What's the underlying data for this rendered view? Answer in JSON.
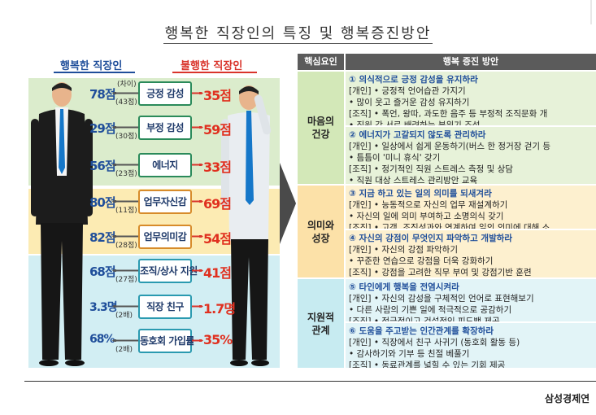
{
  "title": "행복한 직장인의 특징 및 행복증진방안",
  "left": {
    "happy_label": "행복한 직장인",
    "unhappy_label": "불행한 직장인",
    "rows": [
      {
        "happy": "78점",
        "label": "긍정 감성",
        "unhappy": "35점",
        "diff": "(43점)",
        "diff_top": "(차이)"
      },
      {
        "happy": "29점",
        "label": "부정 감성",
        "unhappy": "59점",
        "diff": "(30점)"
      },
      {
        "happy": "56점",
        "label": "에너지",
        "unhappy": "33점",
        "diff": "(23점)"
      },
      {
        "happy": "80점",
        "label": "업무자신감",
        "unhappy": "69점",
        "diff": "(11점)"
      },
      {
        "happy": "82점",
        "label": "업무의미감",
        "unhappy": "54점",
        "diff": "(28점)"
      },
      {
        "happy": "68점",
        "label": "조직/상사 지원",
        "unhappy": "41점",
        "diff": "(27점)"
      },
      {
        "happy": "3.3명",
        "label": "직장 친구",
        "unhappy": "1.7명",
        "diff": "(2배)"
      },
      {
        "happy": "68%",
        "label": "동호회 가입률",
        "unhappy": "35%",
        "diff": "(2배)"
      }
    ]
  },
  "table": {
    "head_factor": "핵심요인",
    "head_plan": "행복 증진 방안",
    "categories": [
      {
        "l1": "마음의",
        "l2": "건강"
      },
      {
        "l1": "의미와",
        "l2": "성장"
      },
      {
        "l1": "지원적",
        "l2": "관계"
      }
    ],
    "blocks": [
      {
        "head": "① 의식적으로 긍정 감성을 유지하라",
        "lines": [
          "[개인] • 긍정적 언어습관 가지기",
          "          • 많이 웃고 즐거운 감성 유지하기",
          "[조직] • 폭언, 왕따, 과도한 음주 등 부정적 조직문화 개",
          "          • 직원 간 서로 배려하는 분위기 조성"
        ]
      },
      {
        "head": "② 에너지가 고갈되지 않도록 관리하라",
        "lines": [
          "[개인] • 일상에서 쉽게 운동하기(버스 한 정거장 걷기 등",
          "          • 틈틈이 '미니 휴식' 갖기",
          "[조직] • 정기적인 직원 스트레스 측정 및 상담",
          "          • 직원 대상 스트레스 관리방안 교육"
        ]
      },
      {
        "head": "③ 지금 하고 있는 일의 의미를 되새겨라",
        "lines": [
          "[개인] • 능동적으로 자신의 업무 재설계하기",
          "          • 자신의 일에 의미 부여하고 소명의식 갖기",
          "[조직] • 고객, 조직성과와 연계하여 일의 의미에 대해 소"
        ]
      },
      {
        "head": "④ 자신의 강점이 무엇인지 파악하고 개발하라",
        "lines": [
          "[개인] • 자신의 강점 파악하기",
          "          • 꾸준한 연습으로 강점을 더욱 강화하기",
          "[조직] • 강점을 고려한 직무 부여 및 강점기반 훈련"
        ]
      },
      {
        "head": "⑤ 타인에게 행복을 전염시켜라",
        "lines": [
          "[개인] • 자신의 감성을 구체적인 언어로 표현해보기",
          "          • 다른 사람의 기쁜 일에 적극적으로 공감하기",
          "[조직] • 적극적이고 건설적인 피드백 제공"
        ]
      },
      {
        "head": "⑥ 도움을 주고받는 인간관계를 확장하라",
        "lines": [
          "[개인] • 직장에서 친구 사귀기 (동호회 활동 등)",
          "          • 감사하기와 기부 등 친절 베풀기",
          "[조직] • 동료관계를 넓힐 수 있는 기회 제공"
        ]
      }
    ]
  },
  "source": "삼성경제연",
  "colors": {
    "happy": "#1f4e9a",
    "unhappy": "#d9342b",
    "green_band": "#dbeccc",
    "yellow_band": "#fcebb3",
    "blue_band": "#d2eef3"
  }
}
